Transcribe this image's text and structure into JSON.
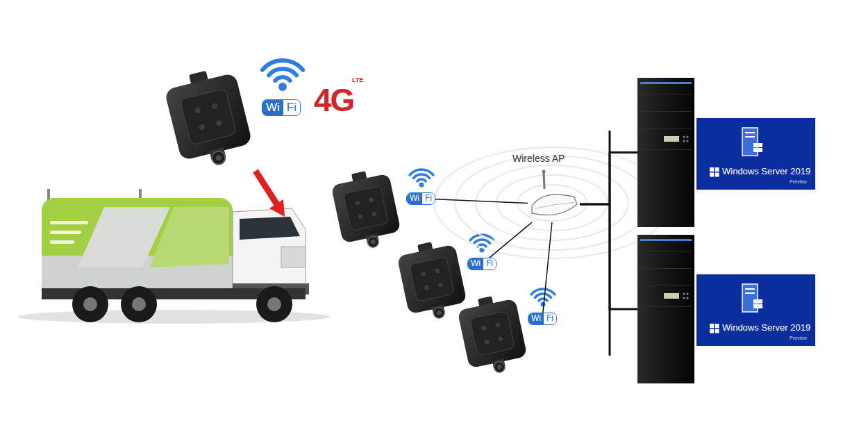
{
  "diagram": {
    "nodes": [
      {
        "text": [
          "Wi",
          "Fi"
        ]
      },
      {
        "text": [
          "Wi",
          "Fi"
        ]
      },
      {
        "text": [
          "Wi",
          "Fi"
        ]
      },
      {
        "text": [
          "Wi",
          "Fi"
        ]
      },
      {
        "text": [
          "Wireless AP"
        ]
      },
      {
        "text": [
          "Windows Server 2019",
          "Preview"
        ]
      },
      {
        "text": [
          "Windows Server 2019",
          "Preview"
        ]
      }
    ],
    "edges": [
      {
        "from": 1,
        "to": 4,
        "arrow": "none"
      },
      {
        "from": 2,
        "to": 4,
        "arrow": "none"
      },
      {
        "from": 3,
        "to": 4,
        "arrow": "none"
      },
      {
        "from": 4,
        "to": 5,
        "arrow": "none"
      },
      {
        "from": 4,
        "to": 6,
        "arrow": "none"
      }
    ],
    "labels": [
      "4G",
      "LTE"
    ]
  }
}
